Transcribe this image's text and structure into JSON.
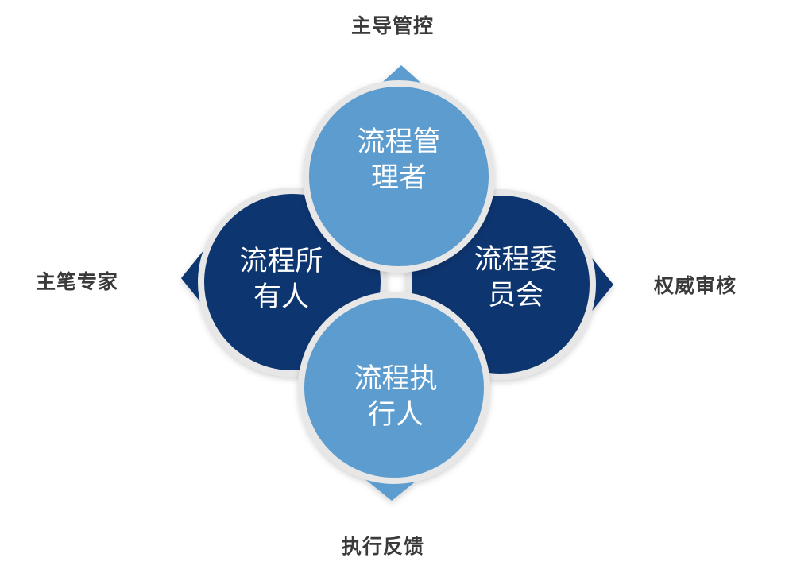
{
  "diagram": {
    "outer_labels": {
      "top": "主导管控",
      "left": "主笔专家",
      "right": "权威审核",
      "bottom": "执行反馈"
    },
    "roles": {
      "top": {
        "line1": "流程管",
        "line2": "理者"
      },
      "left": {
        "line1": "流程所",
        "line2": "有人"
      },
      "right": {
        "line1": "流程委",
        "line2": "员会"
      },
      "bottom": {
        "line1": "流程执",
        "line2": "行人"
      }
    },
    "colors": {
      "light_blue": "#5b9ccf",
      "dark_blue": "#0b3670",
      "outline": "#e7e7e7",
      "label_text": "#3a3a3a"
    }
  }
}
